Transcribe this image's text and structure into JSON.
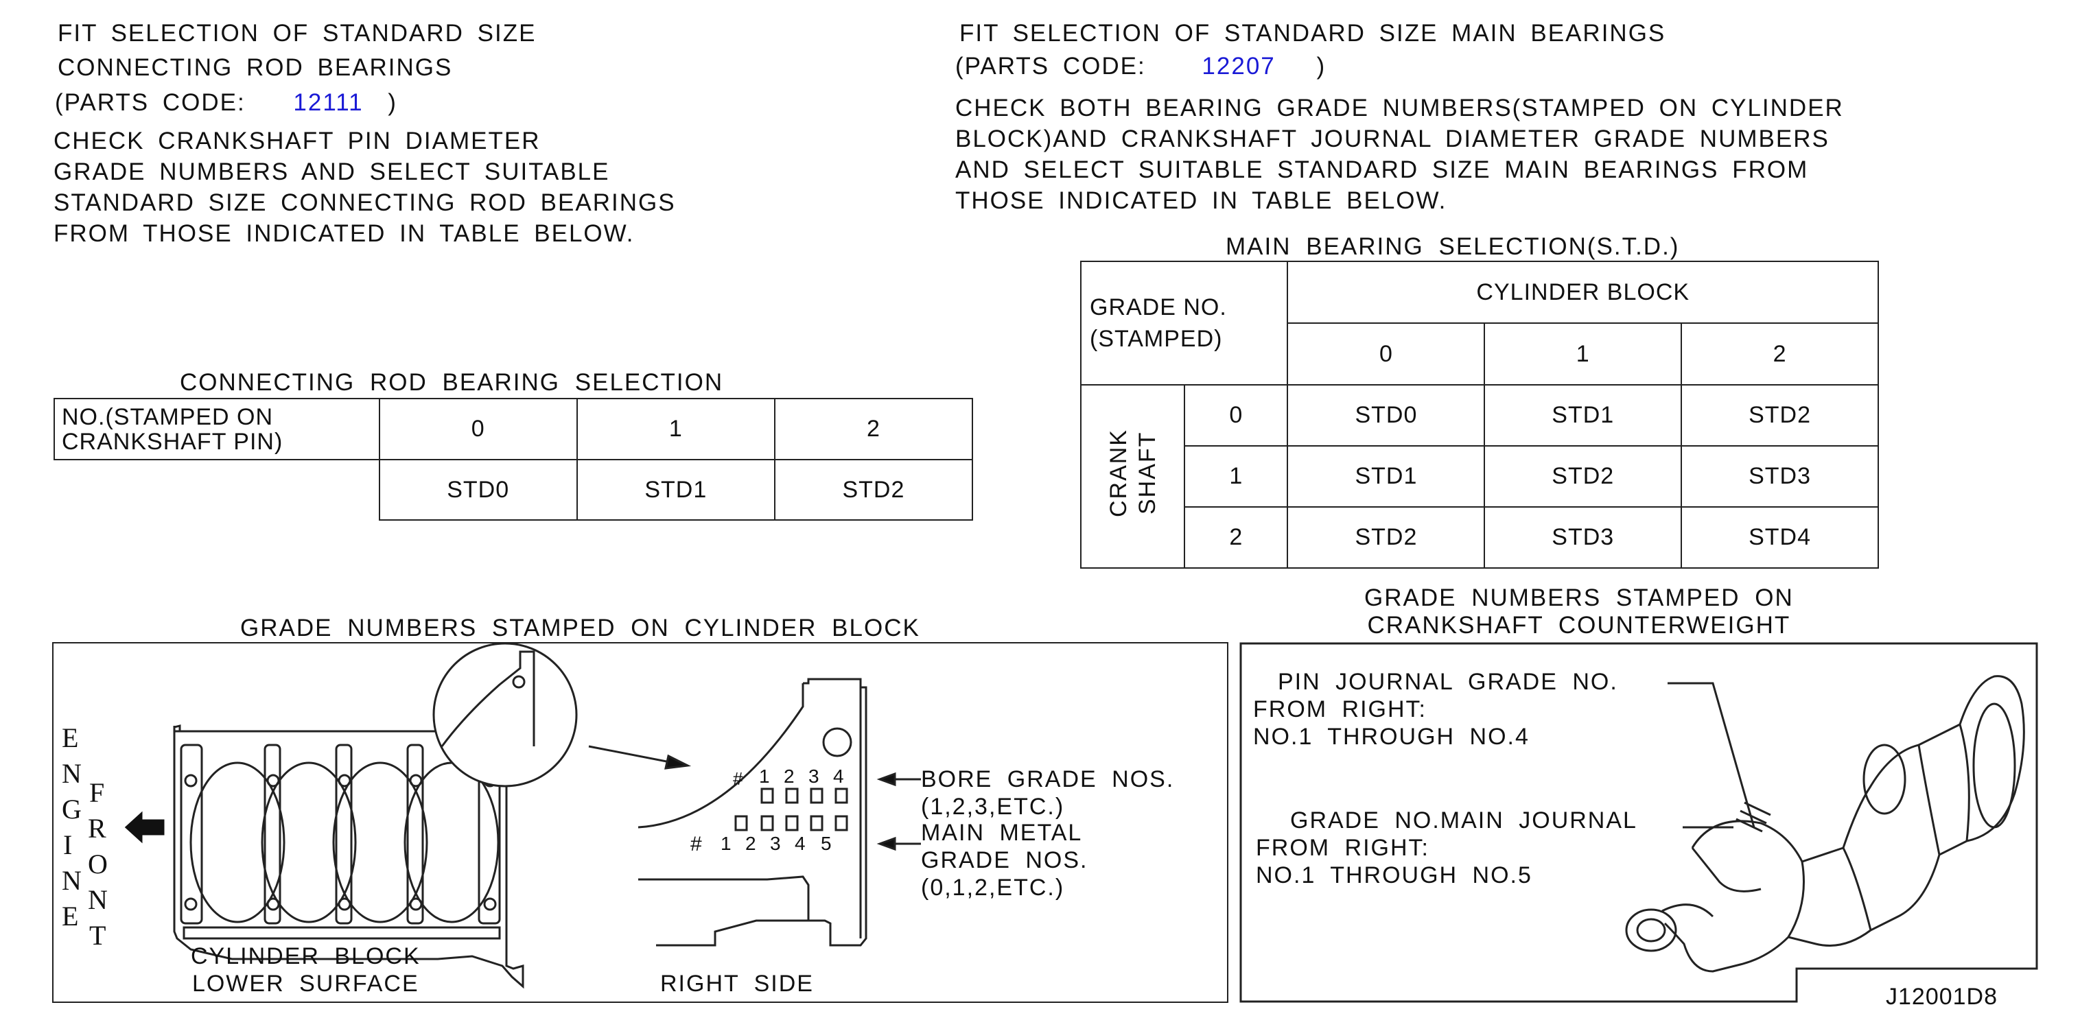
{
  "left_intro": {
    "line1": "FIT  SELECTION  OF  STANDARD  SIZE",
    "line2": "CONNECTING  ROD  BEARINGS",
    "parts_prefix": "(PARTS  CODE:",
    "parts_code": "12111",
    "parts_suffix": ")",
    "body": [
      "CHECK  CRANKSHAFT  PIN  DIAMETER",
      "GRADE  NUMBERS  AND  SELECT  SUITABLE",
      "STANDARD  SIZE  CONNECTING  ROD  BEARINGS",
      "FROM  THOSE  INDICATED  IN  TABLE  BELOW."
    ]
  },
  "right_intro": {
    "line1": "FIT  SELECTION  OF  STANDARD  SIZE  MAIN  BEARINGS",
    "parts_prefix": "(PARTS  CODE:",
    "parts_code": "12207",
    "parts_suffix": ")",
    "body": [
      "CHECK  BOTH  BEARING  GRADE  NUMBERS(STAMPED  ON  CYLINDER",
      "BLOCK)AND  CRANKSHAFT  JOURNAL  DIAMETER  GRADE  NUMBERS",
      "AND  SELECT  SUITABLE  STANDARD  SIZE  MAIN  BEARINGS  FROM",
      "THOSE  INDICATED  IN  TABLE  BELOW."
    ]
  },
  "rod_table": {
    "title": "CONNECTING  ROD  BEARING  SELECTION",
    "header_label": [
      "NO.(STAMPED  ON",
      "CRANKSHAFT  PIN)"
    ],
    "grades": [
      "0",
      "1",
      "2"
    ],
    "bearings": [
      "STD0",
      "STD1",
      "STD2"
    ]
  },
  "main_table": {
    "title": "MAIN  BEARING  SELECTION(S.T.D.)",
    "grade_label": [
      "GRADE  NO.",
      "(STAMPED)"
    ],
    "block_label": "CYLINDER  BLOCK",
    "block_grades": [
      "0",
      "1",
      "2"
    ],
    "crank_label": [
      "CRANK",
      "SHAFT"
    ],
    "rows": [
      {
        "grade": "0",
        "cells": [
          "STD0",
          "STD1",
          "STD2"
        ]
      },
      {
        "grade": "1",
        "cells": [
          "STD1",
          "STD2",
          "STD3"
        ]
      },
      {
        "grade": "2",
        "cells": [
          "STD2",
          "STD3",
          "STD4"
        ]
      }
    ]
  },
  "block_figure": {
    "title": "GRADE  NUMBERS  STAMPED  ON  CYLINDER  BLOCK",
    "engine_letters": [
      "E",
      "N",
      "G",
      "I",
      "N",
      "E"
    ],
    "front_letters": [
      "F",
      "R",
      "O",
      "N",
      "T"
    ],
    "lower_surface": [
      "CYLINDER  BLOCK",
      "LOWER  SURFACE"
    ],
    "right_side": "RIGHT  SIDE",
    "bore_label": [
      "BORE  GRADE  NOS.",
      "(1,2,3,ETC.)"
    ],
    "metal_label": [
      "MAIN  METAL",
      "GRADE  NOS.",
      "(0,1,2,ETC.)"
    ],
    "bore_numbers": [
      "1",
      "2",
      "3",
      "4"
    ],
    "journal_numbers": [
      "1",
      "2",
      "3",
      "4",
      "5"
    ],
    "hash_top": "#",
    "hash_bottom": "#"
  },
  "crank_figure": {
    "title": [
      "GRADE  NUMBERS  STAMPED  ON",
      "CRANKSHAFT  COUNTERWEIGHT"
    ],
    "pin_label": [
      "PIN  JOURNAL  GRADE  NO.",
      "FROM  RIGHT:",
      "NO.1  THROUGH  NO.4"
    ],
    "main_label": [
      "GRADE  NO.MAIN  JOURNAL",
      "FROM  RIGHT:",
      "NO.1  THROUGH  NO.5"
    ]
  },
  "figure_code": "J12001D8",
  "colors": {
    "ink": "#111111",
    "code_blue": "#1a1ad6",
    "background": "#ffffff"
  }
}
